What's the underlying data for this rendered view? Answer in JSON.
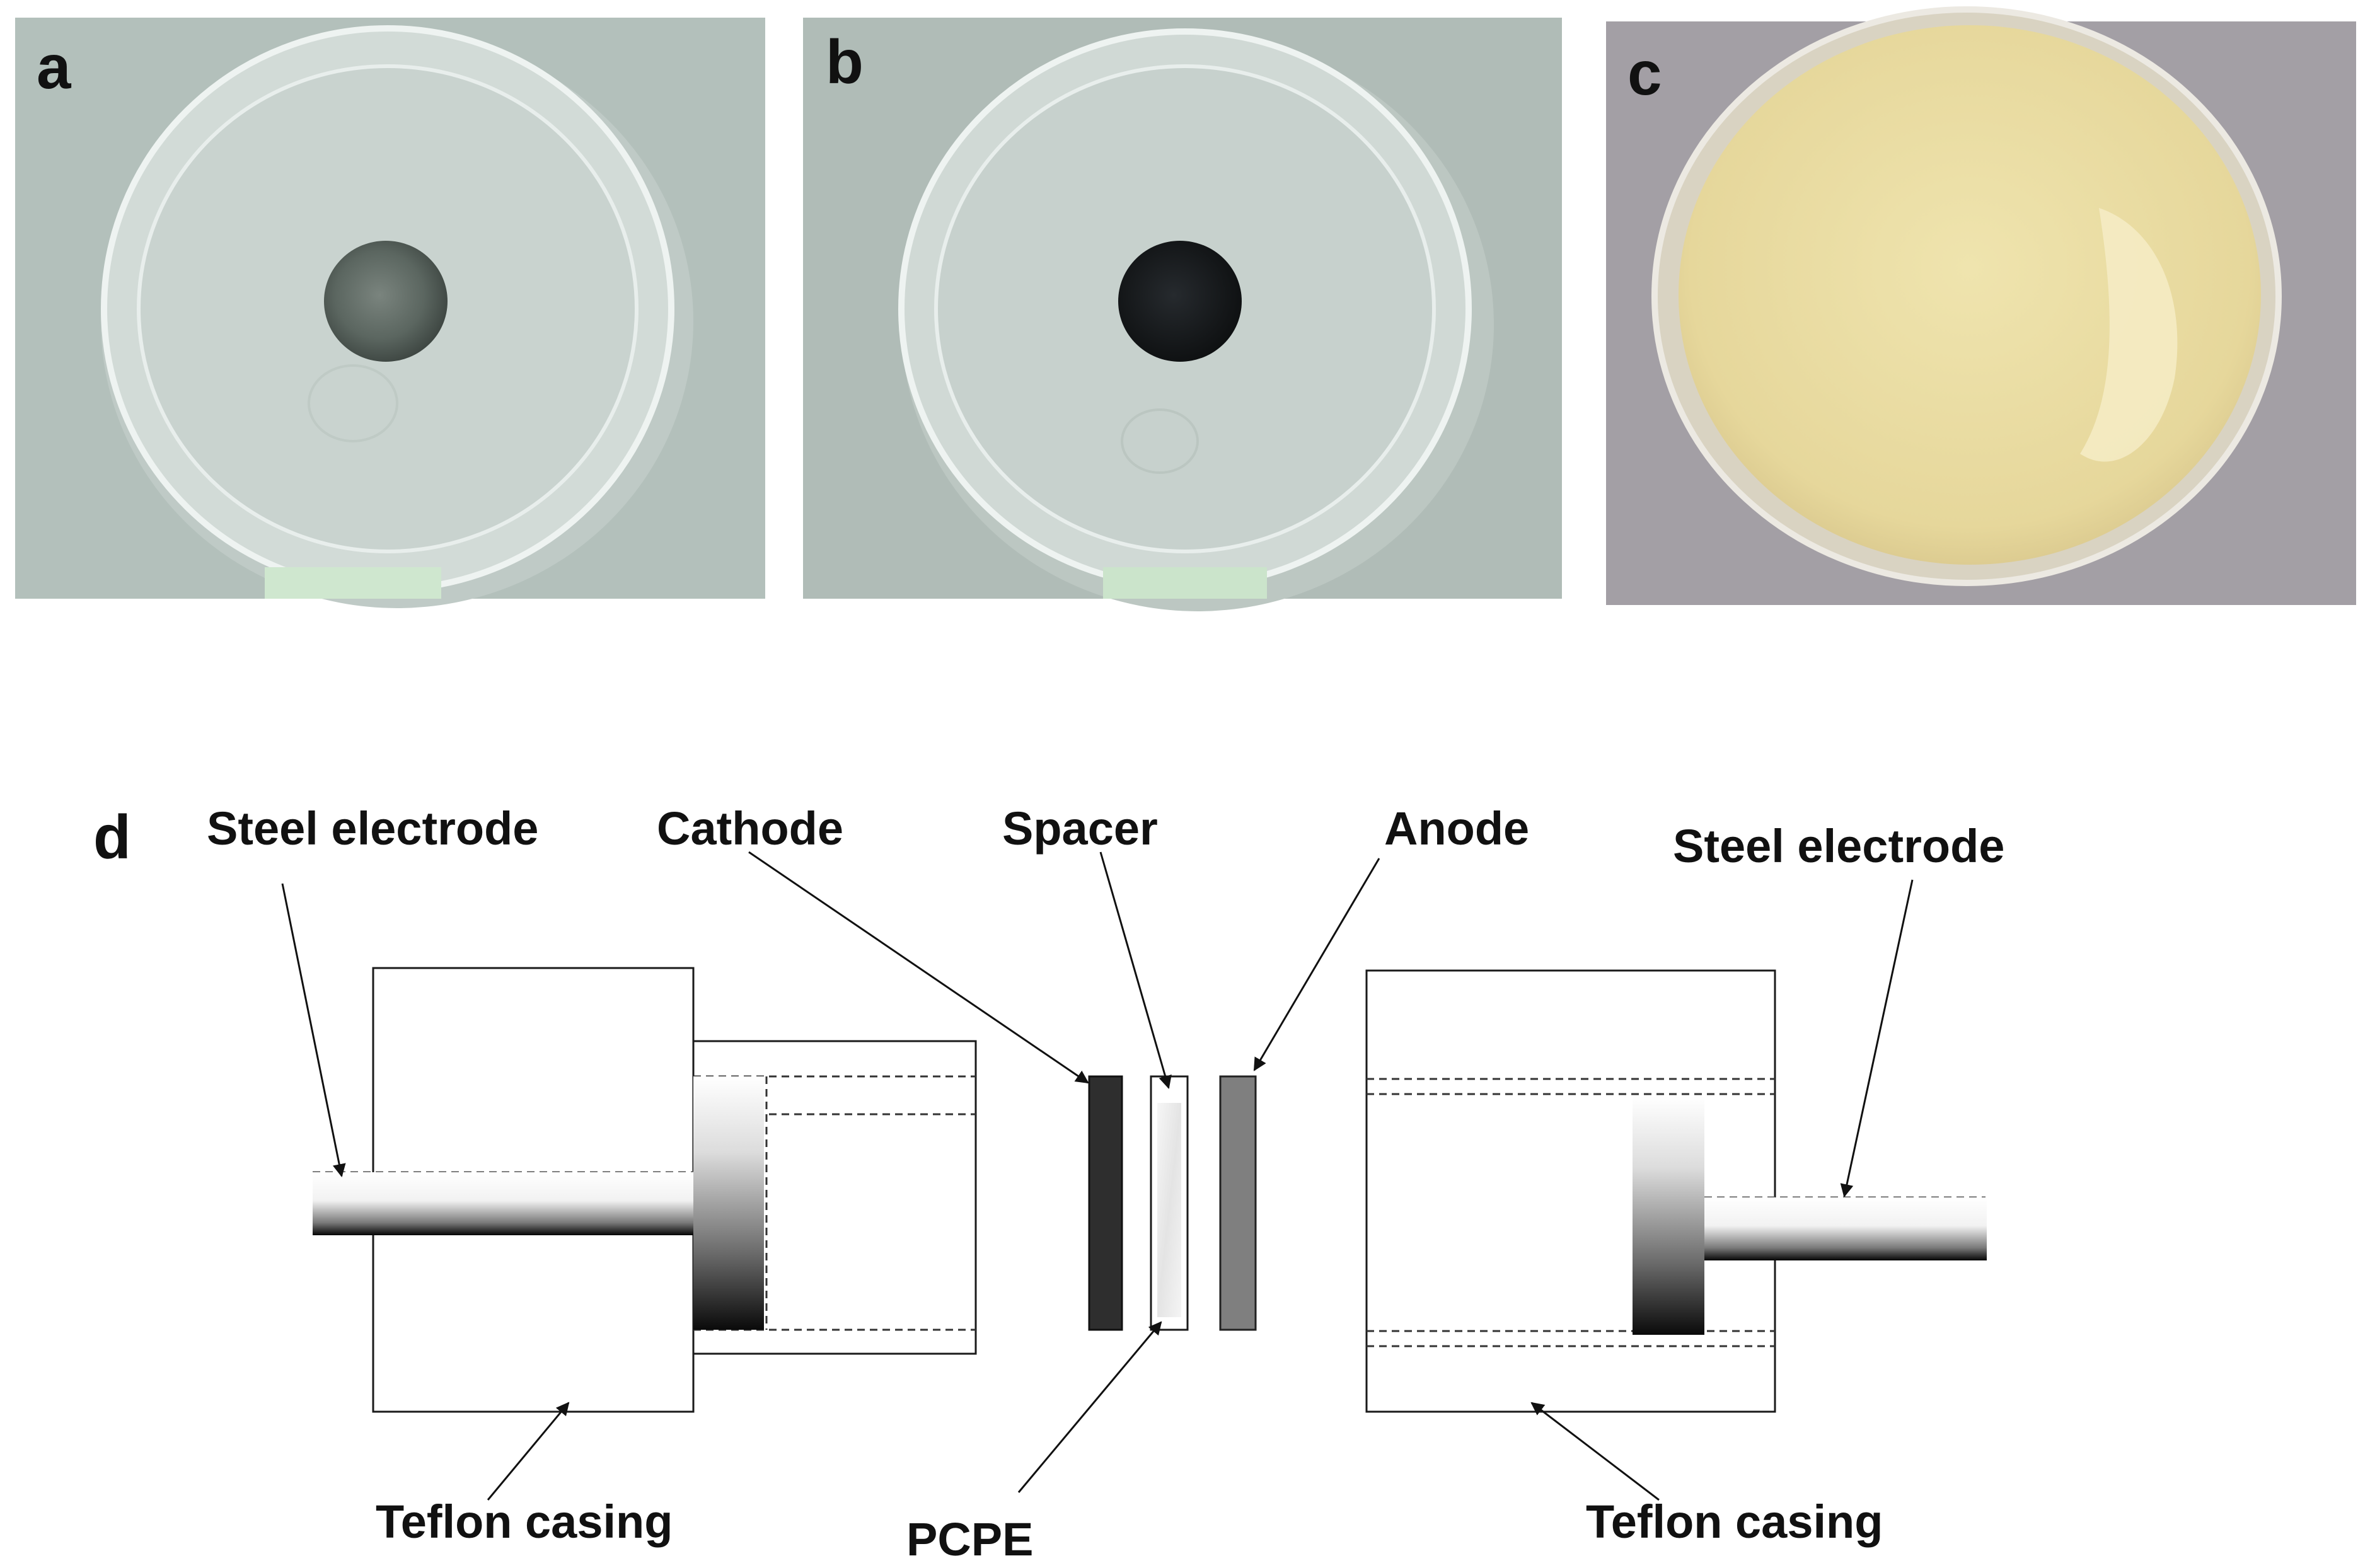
{
  "panels": {
    "a": {
      "letter": "a",
      "bg_color": "#b3c0bb",
      "disc_color": "#5b6660"
    },
    "b": {
      "letter": "b",
      "bg_color": "#b0bcb7",
      "disc_color": "#17191b"
    },
    "c": {
      "letter": "c",
      "bg_color": "#a39fa5",
      "film_color": "#ecdfa5"
    }
  },
  "diagram": {
    "letter": "d",
    "labels": {
      "steel_electrode_left": "Steel electrode",
      "cathode": "Cathode",
      "spacer": "Spacer",
      "anode": "Anode",
      "steel_electrode_right": "Steel electrode",
      "teflon_casing_left": "Teflon casing",
      "pcpe": "PCPE",
      "teflon_casing_right": "Teflon casing"
    },
    "colors": {
      "cathode": "#2e2e2e",
      "anode": "#7f7f7f",
      "spacer": "#eeeeee",
      "outline": "#1a1a1a"
    }
  }
}
